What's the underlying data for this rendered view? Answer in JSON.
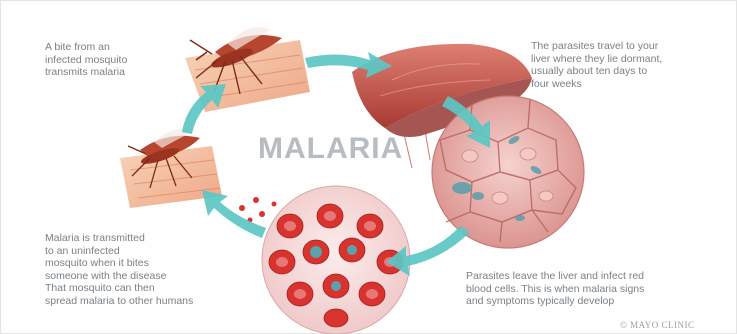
{
  "title": "MALARIA",
  "captions": {
    "bite": "A bite from an\ninfected mosquito\ntransmits malaria",
    "liver": "The parasites travel to your\nliver where they lie dormant,\nusually about ten days to\nfour weeks",
    "transmit": "Malaria is transmitted\nto an uninfected\nmosquito when it bites\nsomeone with the disease\nThat mosquito can then\nspread malaria to other humans",
    "blood": "Parasites leave the liver and infect red\nblood cells. This is when malaria signs\nand symptoms typically develop"
  },
  "credit": "© MAYO CLINIC",
  "colors": {
    "arrow": "#5cc7c4",
    "mosquito": "#b8452d",
    "skin": "#f1b38f",
    "liver": "#c9574e",
    "cell": "#e9a7a4",
    "blood_bg": "#f6dede",
    "rbc": "#d8332f"
  },
  "icons": [
    "mosquito-icon",
    "skin-icon",
    "liver-icon",
    "liver-cells-icon",
    "blood-cells-icon",
    "cycle-arrow-icon"
  ]
}
